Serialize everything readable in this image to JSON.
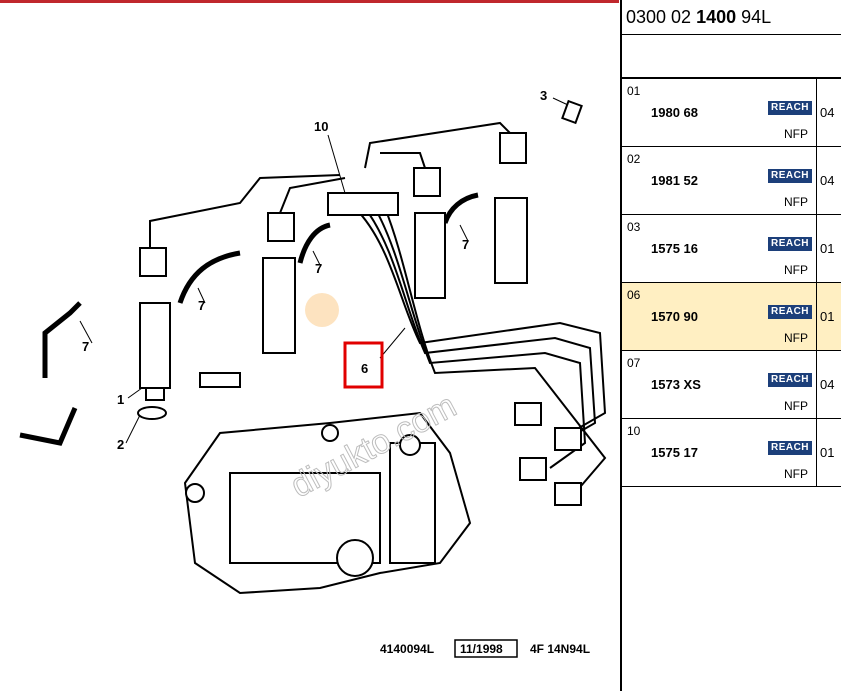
{
  "diagram": {
    "callouts": [
      "1",
      "2",
      "3",
      "6",
      "7",
      "10"
    ],
    "watermark": "diyukto.com",
    "footer": {
      "drawing_ref": "4140094L",
      "date": "11/1998",
      "code": "4F 14N94L"
    }
  },
  "panel": {
    "header_prefix": "0300 02 ",
    "header_bold": "1400",
    "header_suffix": " 94L",
    "rows": [
      {
        "idx": "01",
        "ref": "1980 68",
        "badge": "REACH",
        "qty": "04",
        "status": "NFP"
      },
      {
        "idx": "02",
        "ref": "1981 52",
        "badge": "REACH",
        "qty": "04",
        "status": "NFP"
      },
      {
        "idx": "03",
        "ref": "1575 16",
        "badge": "REACH",
        "qty": "01",
        "status": "NFP"
      },
      {
        "idx": "06",
        "ref": "1570 90",
        "badge": "REACH",
        "qty": "01",
        "status": "NFP"
      },
      {
        "idx": "07",
        "ref": "1573 XS",
        "badge": "REACH",
        "qty": "04",
        "status": "NFP"
      },
      {
        "idx": "10",
        "ref": "1575 17",
        "badge": "REACH",
        "qty": "01",
        "status": "NFP"
      }
    ],
    "selected_row": "06",
    "colors": {
      "selected_bg": "#ffefc2",
      "badge_bg": "#1c3f7a",
      "accent": "#c0272d"
    }
  }
}
